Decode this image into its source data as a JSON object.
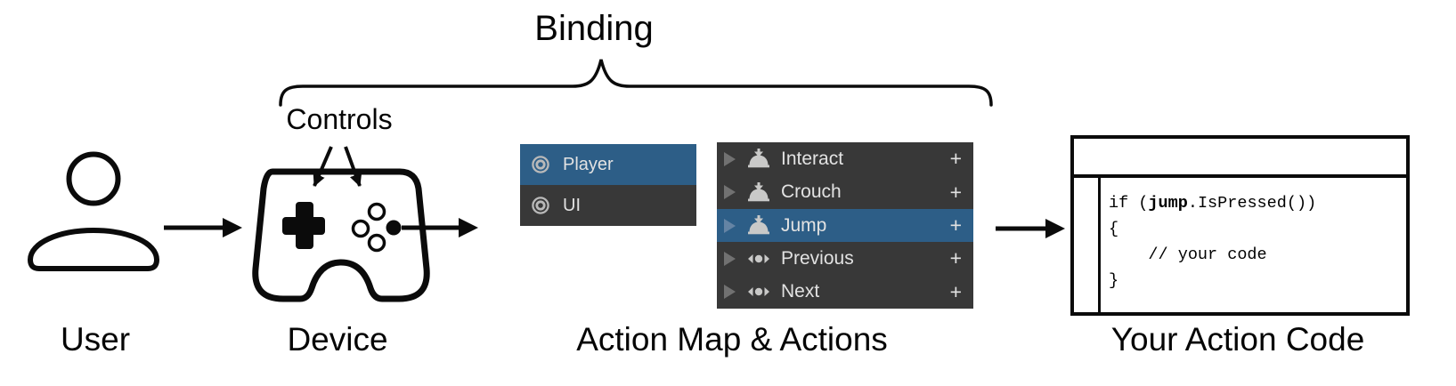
{
  "diagram": {
    "binding_label": "Binding",
    "controls_label": "Controls",
    "stage_labels": {
      "user": "User",
      "device": "Device",
      "action_map": "Action Map & Actions",
      "code": "Your Action Code"
    }
  },
  "action_map_panel": {
    "rows": [
      {
        "label": "Player",
        "icon": "action-map-icon",
        "selected": true
      },
      {
        "label": "UI",
        "icon": "action-map-icon",
        "selected": false
      }
    ]
  },
  "actions_panel": {
    "add_button_label": "+",
    "rows": [
      {
        "label": "Interact",
        "icon": "button-action-icon",
        "selected": false
      },
      {
        "label": "Crouch",
        "icon": "button-action-icon",
        "selected": false
      },
      {
        "label": "Jump",
        "icon": "button-action-icon",
        "selected": true
      },
      {
        "label": "Previous",
        "icon": "axis-action-icon",
        "selected": false
      },
      {
        "label": "Next",
        "icon": "axis-action-icon",
        "selected": false
      }
    ]
  },
  "code_panel": {
    "line1_prefix": "if (",
    "line1_keyword": "jump",
    "line1_suffix": ".IsPressed())",
    "line2": "{",
    "line3": "    // your code",
    "line4": "}"
  },
  "colors": {
    "selection_blue": "#2d5e87",
    "panel_dark": "#383838",
    "panel_text": "#e2e2e2",
    "icon_light_gray": "#c9c9c8",
    "foldout_gray": "#717171",
    "stroke_black": "#0b0b0b"
  }
}
